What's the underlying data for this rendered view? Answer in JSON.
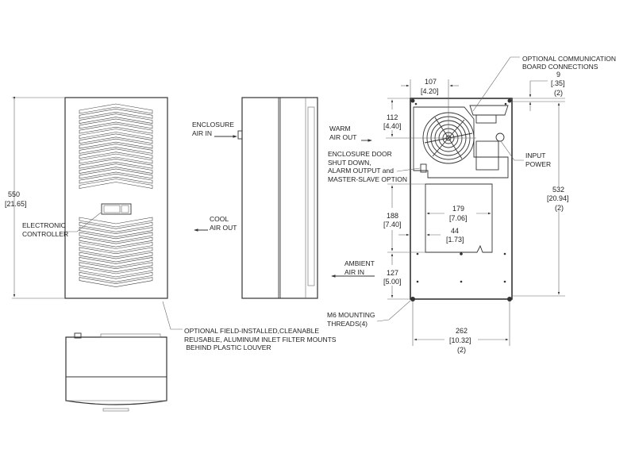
{
  "colors": {
    "line": "#333333",
    "dimension": "#666666",
    "text": "#222222",
    "background": "#ffffff"
  },
  "front_view": {
    "height_mm": "550",
    "height_in": "[21.65]",
    "controller_label": [
      "ELECTRONIC",
      "CONTROLLER"
    ]
  },
  "side_view": {
    "enclosure_air_in": [
      "ENCLOSURE",
      "AIR IN"
    ],
    "cool_air_out": [
      "COOL",
      "AIR OUT"
    ]
  },
  "filter_note": [
    "OPTIONAL FIELD-INSTALLED,CLEANABLE",
    "REUSABLE, ALUMINUM INLET FILTER MOUNTS",
    " BEHIND PLASTIC LOUVER"
  ],
  "back_view": {
    "comm_board": [
      "OPTIONAL COMMUNICATION",
      "BOARD CONNECTIONS"
    ],
    "dim_9": {
      "mm": "9",
      "in": "[.35]",
      "qty": "(2)"
    },
    "dim_107": {
      "mm": "107",
      "in": "[4.20]"
    },
    "dim_112": {
      "mm": "112",
      "in": "[4.40]"
    },
    "warm_air_out": [
      "WARM",
      "AIR OUT"
    ],
    "door_note": [
      "ENCLOSURE DOOR",
      "SHUT DOWN,",
      "ALARM OUTPUT and",
      "MASTER-SLAVE OPTION"
    ],
    "input_power": [
      "INPUT",
      "POWER"
    ],
    "dim_532": {
      "mm": "532",
      "in": "[20.94]",
      "qty": "(2)"
    },
    "dim_188": {
      "mm": "188",
      "in": "[7.40]"
    },
    "dim_179": {
      "mm": "179",
      "in": "[7.06]"
    },
    "dim_44": {
      "mm": "44",
      "in": "[1.73]"
    },
    "ambient_air_in": [
      "AMBIENT",
      "AIR IN"
    ],
    "dim_127": {
      "mm": "127",
      "in": "[5.00]"
    },
    "mounting": [
      "M6 MOUNTING",
      "THREADS(4)"
    ],
    "dim_262": {
      "mm": "262",
      "in": "[10.32]",
      "qty": "(2)"
    }
  }
}
